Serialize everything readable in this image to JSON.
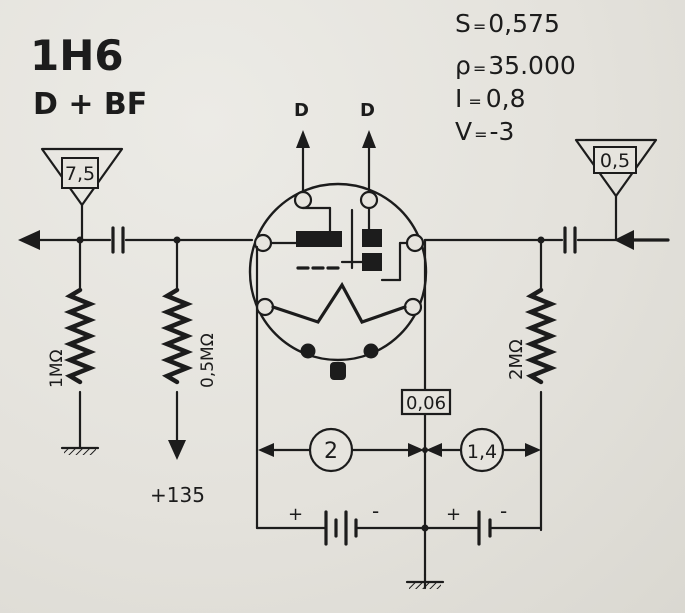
{
  "tube": {
    "name": "1H6",
    "function": "D + BF"
  },
  "params": [
    {
      "symbol": "S",
      "sep": "=",
      "value": "0,575"
    },
    {
      "symbol": "ρ",
      "sep": "=",
      "value": "35.000"
    },
    {
      "symbol": "I",
      "sep": "=",
      "value": "0,8"
    },
    {
      "symbol": "V",
      "sep": "=",
      "value": "-3"
    }
  ],
  "plates": {
    "left": "D",
    "right": "D"
  },
  "antennas": {
    "left": "7,5",
    "right": "0,5"
  },
  "resistors": {
    "r1": "1MΩ",
    "r2": "0,5MΩ",
    "r3": "2MΩ"
  },
  "supply": "+135",
  "filament_current": "0,06",
  "meters": {
    "left": "2",
    "right": "1,4"
  },
  "battery_polarity": {
    "plus": "+",
    "minus": "-"
  }
}
